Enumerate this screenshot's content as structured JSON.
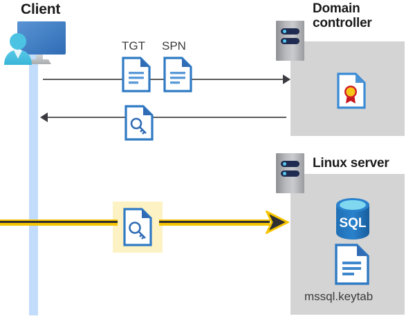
{
  "diagram": {
    "type": "kerberos-authentication-flow",
    "title_client": "Client",
    "title_domain_controller": "Domain\ncontroller",
    "title_domain_controller_line1": "Domain",
    "title_domain_controller_line2": "controller",
    "title_linux_server": "Linux server"
  },
  "labels": {
    "tgt": "TGT",
    "spn": "SPN",
    "keytab_file": "mssql.keytab",
    "sql_text": "SQL"
  },
  "icons": {
    "client": "client-computer-user-icon",
    "server_rack": "server-rack-icon",
    "document_lines": "document-lines-icon",
    "document_key": "document-key-icon",
    "document_certificate": "document-certificate-icon",
    "database": "sql-database-icon",
    "arrow_right": "arrow-right-icon",
    "arrow_left": "arrow-left-icon"
  },
  "flows": [
    {
      "id": "request-ticket",
      "direction": "client-to-domain-controller",
      "payload": [
        "TGT",
        "SPN"
      ],
      "style": "gray"
    },
    {
      "id": "receive-ticket",
      "direction": "domain-controller-to-client",
      "payload": [
        "service-ticket"
      ],
      "style": "gray"
    },
    {
      "id": "present-ticket",
      "direction": "client-to-linux-server",
      "payload": [
        "service-ticket"
      ],
      "style": "highlighted-yellow"
    }
  ],
  "colors": {
    "panel_gray": "#d4d4d4",
    "lifeline_blue": "#c2dcfb",
    "highlight_yellow": "#fdf2c4",
    "flow_yellow": "#f5c400",
    "icon_blue": "#3a7ebf",
    "doc_blue_dark": "#2a6099",
    "sql_blue": "#1f71b8",
    "wire_gray": "#5a5a5a",
    "text_dark": "#1a1a1a",
    "text_gray": "#3b3b3b"
  }
}
